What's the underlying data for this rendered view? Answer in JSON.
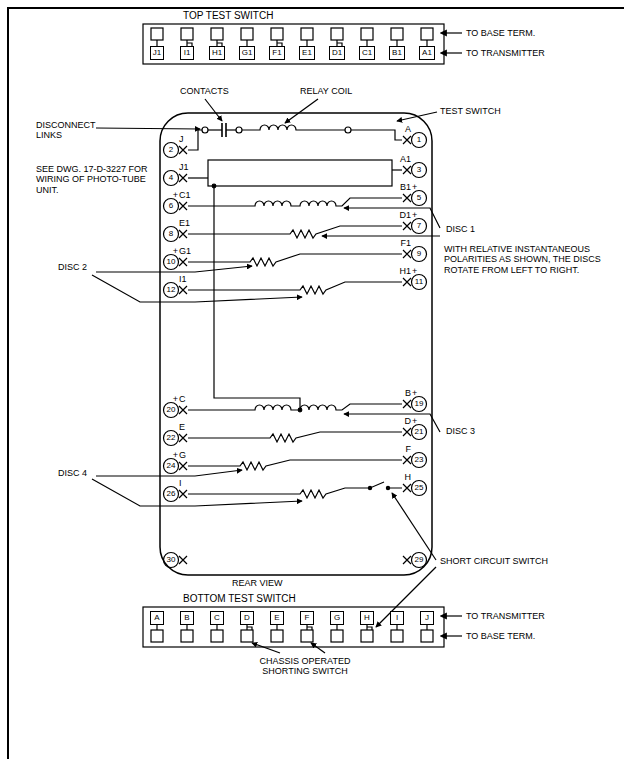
{
  "diagram": {
    "nodes": [
      {
        "text": [
          "TOP TEST SWITCH"
        ]
      },
      {
        "text": [
          "J1"
        ],
        "in": 0
      },
      {
        "text": [
          "I1"
        ],
        "in": 0
      },
      {
        "text": [
          "H1"
        ],
        "in": 0
      },
      {
        "text": [
          "G1"
        ],
        "in": 0
      },
      {
        "text": [
          "F1"
        ],
        "in": 0
      },
      {
        "text": [
          "E1"
        ],
        "in": 0
      },
      {
        "text": [
          "D1"
        ],
        "in": 0
      },
      {
        "text": [
          "C1"
        ],
        "in": 0
      },
      {
        "text": [
          "B1"
        ],
        "in": 0
      },
      {
        "text": [
          "A1"
        ],
        "in": 0
      },
      {
        "text": [
          "BOTTOM TEST SWITCH"
        ]
      },
      {
        "text": [
          "A"
        ],
        "in": 11
      },
      {
        "text": [
          "B"
        ],
        "in": 11
      },
      {
        "text": [
          "C"
        ],
        "in": 11
      },
      {
        "text": [
          "D"
        ],
        "in": 11
      },
      {
        "text": [
          "E"
        ],
        "in": 11
      },
      {
        "text": [
          "F"
        ],
        "in": 11
      },
      {
        "text": [
          "G"
        ],
        "in": 11
      },
      {
        "text": [
          "H"
        ],
        "in": 11
      },
      {
        "text": [
          "I"
        ],
        "in": 11
      },
      {
        "text": [
          "J"
        ],
        "in": 11
      }
    ],
    "labels": [
      "TO BASE TERM.",
      "TO TRANSMITTER",
      "CONTACTS",
      "RELAY COIL",
      "DISCONNECT LINKS",
      "TEST SWITCH",
      "SEE DWG. 17-D-3227 FOR WIRING OF PHOTO-TUBE UNIT.",
      "DISC 1",
      "DISC 2",
      "WITH RELATIVE INSTANTANEOUS POLARITIES AS SHOWN, THE DISCS ROTATE FROM LEFT TO RIGHT.",
      "DISC 3",
      "DISC 4",
      "SHORT CIRCUIT SWITCH",
      "REAR VIEW",
      "TO TRANSMITTER",
      "TO BASE TERM.",
      "CHASSIS OPERATED SHORTING SWITCH",
      "J",
      "2",
      "A",
      "1",
      "J1",
      "4",
      "A1",
      "3",
      "C1",
      "6",
      "B1",
      "5",
      "E1",
      "8",
      "D1",
      "7",
      "G1",
      "10",
      "F1",
      "9",
      "I1",
      "12",
      "H1",
      "11",
      "C",
      "20",
      "B",
      "19",
      "E",
      "22",
      "D",
      "21",
      "G",
      "24",
      "F",
      "23",
      "I",
      "26",
      "H",
      "25",
      "30",
      "29",
      "+",
      "+",
      "+",
      "+",
      "+",
      "+",
      "+",
      "+",
      "+"
    ]
  }
}
